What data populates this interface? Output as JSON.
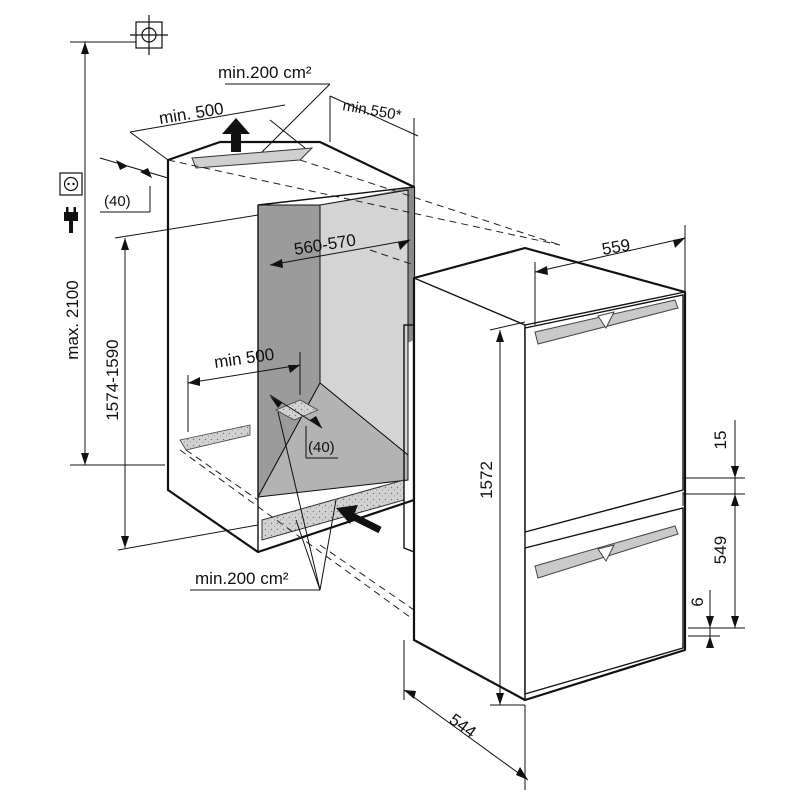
{
  "labels": {
    "vent_top_area": "min.200 cm²",
    "top_depth": "min. 500",
    "top_width": "min.550",
    "top_width_note": "*",
    "top_gap": "(40)",
    "height_max": "max. 2100",
    "niche_width": "560-570",
    "niche_height": "1574-1590",
    "bottom_depth": "min 500",
    "bottom_gap": "(40)",
    "vent_bottom_area": "min.200 cm²",
    "appliance_width": "559",
    "appliance_height": "1572",
    "door_gap": "15",
    "lower_door_height": "549",
    "plinth_gap": "6",
    "appliance_depth": "544"
  },
  "colors": {
    "line": "#111111",
    "niche_left_wall": "#9b9b9b",
    "niche_back_wall": "#8a8a8a",
    "niche_right_wall": "#d4d4d4",
    "niche_floor": "#b3b3b3",
    "vent_grille": "#cfcfcf"
  },
  "icons": [
    "water-connection-icon",
    "power-socket-icon",
    "power-plug-icon",
    "upward-airflow-arrow-icon",
    "inward-airflow-arrow-icon"
  ]
}
